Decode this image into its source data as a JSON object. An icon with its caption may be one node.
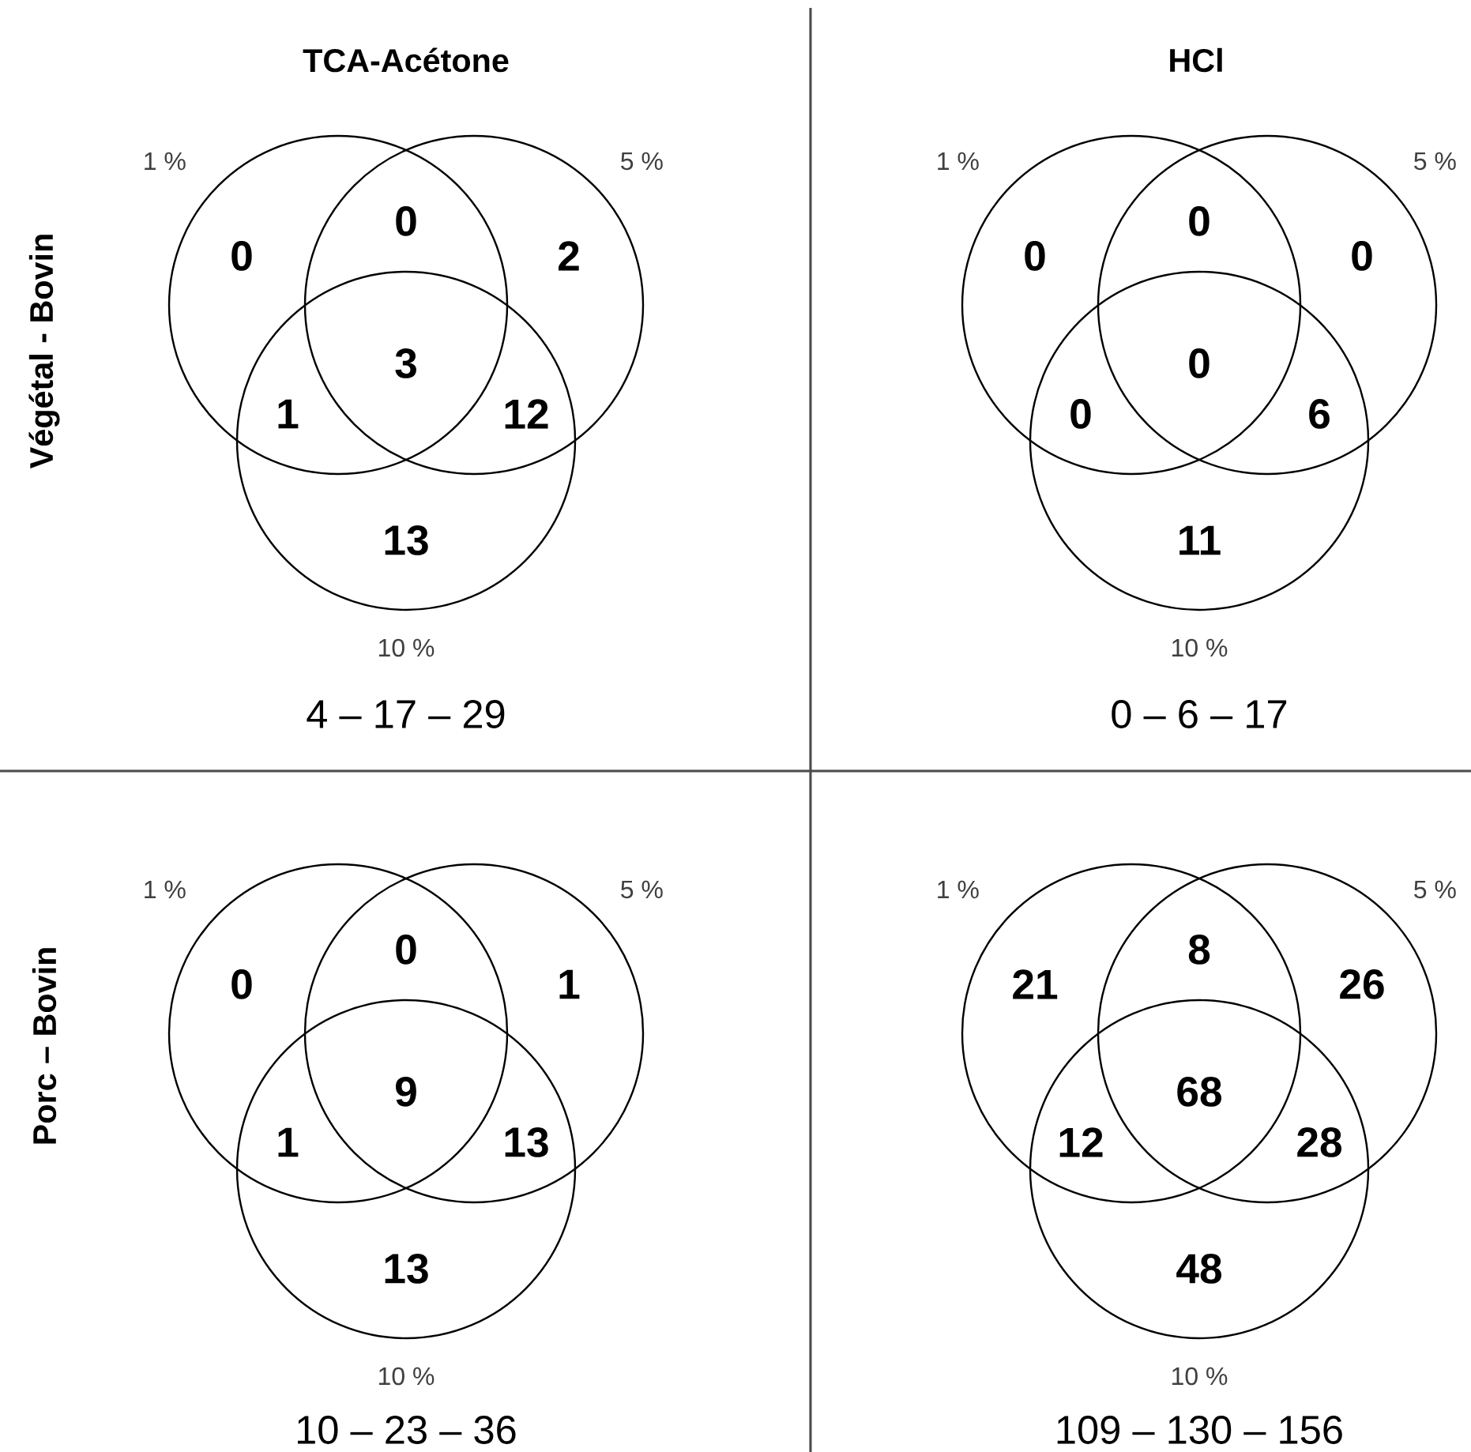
{
  "diagram": {
    "nodes": [
      {
        "text": [
          "1 %"
        ]
      },
      {
        "text": [
          "5 %"
        ]
      },
      {
        "text": [
          "10 %"
        ]
      },
      {
        "text": [
          "1 %"
        ]
      },
      {
        "text": [
          "5 %"
        ]
      },
      {
        "text": [
          "10 %"
        ]
      },
      {
        "text": [
          "1 %"
        ]
      },
      {
        "text": [
          "5 %"
        ]
      },
      {
        "text": [
          "10 %"
        ]
      },
      {
        "text": [
          "1 %"
        ]
      },
      {
        "text": [
          "5 %"
        ]
      },
      {
        "text": [
          "10 %"
        ]
      }
    ],
    "labels": [
      "TCA-Acétone",
      "HCl",
      "Végétal - Bovin",
      "0",
      "0",
      "2",
      "3",
      "1",
      "12",
      "13",
      "4 – 17 – 29",
      "0",
      "0",
      "0",
      "0",
      "0",
      "6",
      "11",
      "0 – 6 – 17",
      "Porc – Bovin",
      "0",
      "0",
      "1",
      "9",
      "1",
      "13",
      "13",
      "10 – 23 – 36",
      "21",
      "8",
      "26",
      "68",
      "12",
      "28",
      "48",
      "109 – 130 – 156"
    ]
  }
}
